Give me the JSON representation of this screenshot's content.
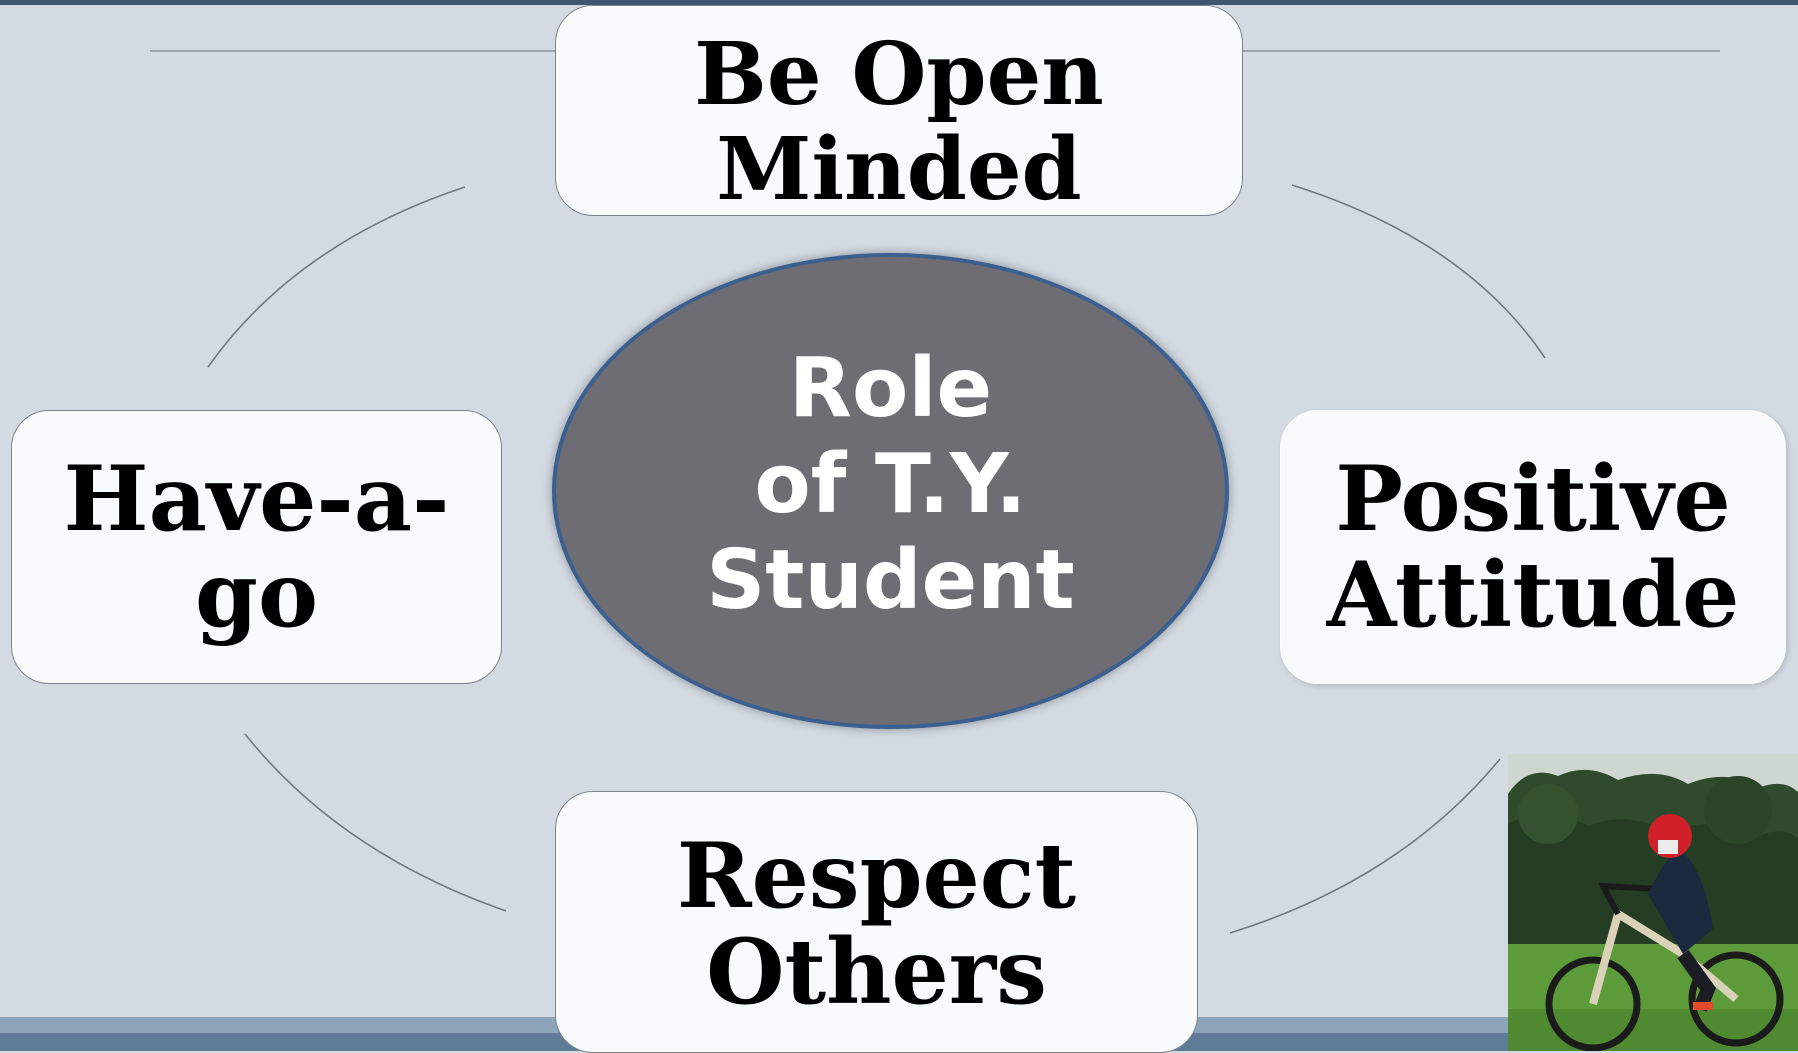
{
  "diagram": {
    "center": {
      "label": "Role\nof T.Y.\nStudent"
    },
    "nodes": {
      "top": "Be Open\nMinded",
      "left": "Have-a-\ngo",
      "right": "Positive\nAttitude",
      "bottom": "Respect\nOthers"
    }
  },
  "colors": {
    "background": "#d3dae2",
    "center_fill": "#6e6d73",
    "center_border": "#3b5f8f",
    "box_fill": "#f8fafc",
    "accent_bar": "#3e5670"
  },
  "photo": {
    "icon": "cyclist-photo"
  }
}
